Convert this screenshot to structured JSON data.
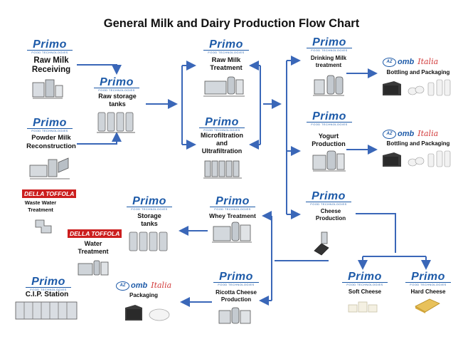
{
  "title": "General Milk and Dairy Production Flow Chart",
  "logos": {
    "primo": "Primo",
    "primo_sub": "FOOD TECHNOLOGIES",
    "della_toffola": "DELLA TOFFOLA",
    "omb_mark": "AZ",
    "omb": "omb",
    "italia": "Italia"
  },
  "nodes": {
    "raw_milk_receiving": "Raw Milk\nReceiving",
    "raw_storage_tanks": "Raw storage\ntanks",
    "powder_milk": "Powder Milk\nReconstruction",
    "raw_milk_treatment": "Raw Milk\nTreatment",
    "microfiltration": "Microfiltration\nand\nUltrafiltration",
    "drinking_milk": "Drinking Milk\ntreatment",
    "bottling_1": "Bottling and Packaging",
    "yogurt": "Yogurt\nProduction",
    "bottling_2": "Bottling and Packaging",
    "cheese": "Cheese\nProduction",
    "soft_cheese": "Soft Cheese",
    "hard_cheese": "Hard Cheese",
    "whey": "Whey Treatment",
    "storage_tanks": "Storage\ntanks",
    "waste_water": "Waste Water\nTreatment",
    "water_treatment": "Water\nTreatment",
    "ricotta": "Ricotta Cheese\nProduction",
    "packaging": "Packaging",
    "cip": "C.I.P. Station"
  }
}
